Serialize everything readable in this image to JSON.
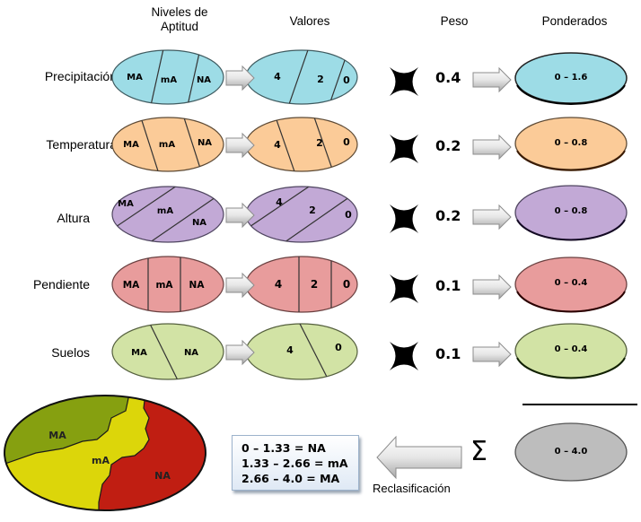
{
  "headers": {
    "niveles": "Niveles de Aptitud",
    "niveles_line1": "Niveles de",
    "niveles_line2": "Aptitud",
    "valores": "Valores",
    "peso": "Peso",
    "ponderados": "Ponderados"
  },
  "rows": [
    {
      "label": "Precipitación",
      "color": "#9ddce6",
      "levels": [
        "MA",
        "mA",
        "NA"
      ],
      "values": [
        "4",
        "2",
        "0"
      ],
      "peso": "0.4",
      "ponderado": "0 – 1.6",
      "division": "slant-right"
    },
    {
      "label": "Temperatura",
      "color": "#fbcb98",
      "levels": [
        "MA",
        "mA",
        "NA"
      ],
      "values": [
        "4",
        "2",
        "0"
      ],
      "peso": "0.2",
      "ponderado": "0 – 0.8",
      "division": "slant-left"
    },
    {
      "label": "Altura",
      "color": "#c2a9d6",
      "levels": [
        "MA",
        "mA",
        "NA"
      ],
      "values": [
        "4",
        "2",
        "0"
      ],
      "peso": "0.2",
      "ponderado": "0 – 0.8",
      "division": "diagonal"
    },
    {
      "label": "Pendiente",
      "color": "#e89c9c",
      "levels": [
        "MA",
        "mA",
        "NA"
      ],
      "values": [
        "4",
        "2",
        "0"
      ],
      "peso": "0.1",
      "ponderado": "0 – 0.4",
      "division": "vertical"
    },
    {
      "label": "Suelos",
      "color": "#d2e3a5",
      "levels": [
        "MA",
        "NA"
      ],
      "values": [
        "4",
        "0"
      ],
      "peso": "0.1",
      "ponderado": "0 – 0.4",
      "division": "single"
    }
  ],
  "multiply_icon": "x-mark-icon",
  "arrow_icon": "right-arrow-icon",
  "sum": {
    "symbol": "Σ",
    "total": "0 – 4.0",
    "color": "#bdbdbd"
  },
  "reclassification": {
    "label": "Reclasificación",
    "rules": [
      "0 – 1.33 = NA",
      "1.33 – 2.66 = mA",
      "2.66 – 4.0 = MA"
    ]
  },
  "map": {
    "zones": [
      {
        "label": "MA",
        "color": "#86a010"
      },
      {
        "label": "mA",
        "color": "#dcd60a"
      },
      {
        "label": "NA",
        "color": "#c01e12"
      }
    ]
  }
}
